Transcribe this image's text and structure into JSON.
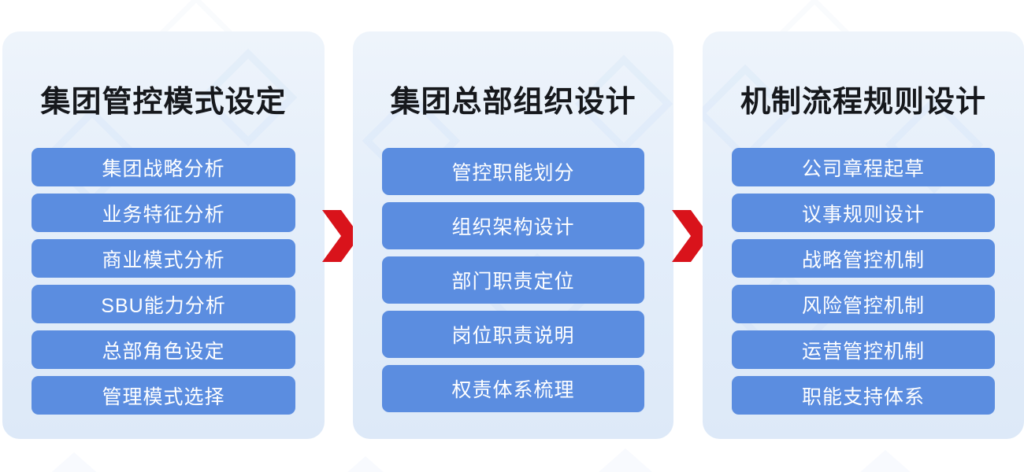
{
  "theme": {
    "canvas_bg": "#ffffff",
    "panel_bg_top": "#eef4fb",
    "panel_bg_bottom": "#dde9f8",
    "pill_bg": "#5b8de0",
    "pill_text": "#ffffff",
    "title_text": "#16181c",
    "arrow_color": "#d9131b"
  },
  "columns": [
    {
      "title": "集团管控模式设定",
      "items": [
        "集团战略分析",
        "业务特征分析",
        "商业模式分析",
        "SBU能力分析",
        "总部角色设定",
        "管理模式选择"
      ]
    },
    {
      "title": "集团总部组织设计",
      "items": [
        "管控职能划分",
        "组织架构设计",
        "部门职责定位",
        "岗位职责说明",
        "权责体系梳理"
      ]
    },
    {
      "title": "机制流程规则设计",
      "items": [
        "公司章程起草",
        "议事规则设计",
        "战略管控机制",
        "风险管控机制",
        "运营管控机制",
        "职能支持体系"
      ]
    }
  ],
  "arrows": [
    {
      "name": "stage-1-to-2",
      "direction": "right"
    },
    {
      "name": "stage-2-to-3",
      "direction": "right"
    }
  ]
}
